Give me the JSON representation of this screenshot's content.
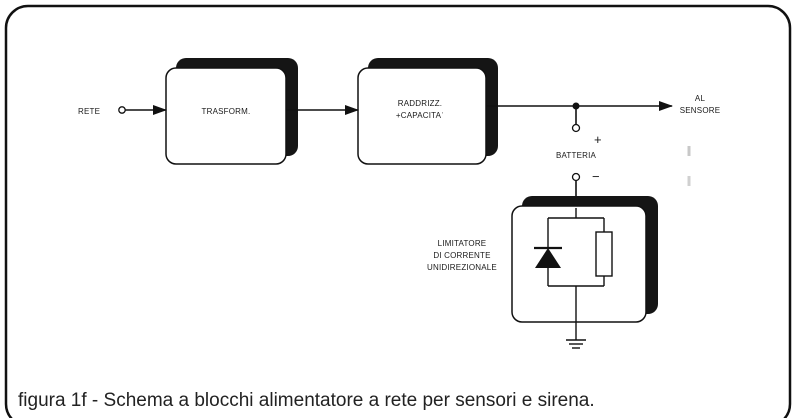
{
  "diagram": {
    "labels": {
      "rete": "RETE",
      "al": "AL",
      "sensore": "SENSORE",
      "plus": "+",
      "minus": "−",
      "batteria": "BATTERIA",
      "limitatore_line1": "LIMITATORE",
      "limitatore_line2": "DI CORRENTE",
      "limitatore_line3": "UNIDIREZIONALE"
    },
    "blocks": {
      "trasform": "TRASFORM.",
      "raddrizz_line1": "RADDRIZZ.",
      "raddrizz_line2": "+CAPACITAˈ"
    },
    "icons": [
      "diode-icon",
      "resistor-icon",
      "ground-icon",
      "arrow-icon"
    ]
  },
  "caption": "figura 1f - Schema a blocchi alimentatore a rete per sensori e sirena."
}
